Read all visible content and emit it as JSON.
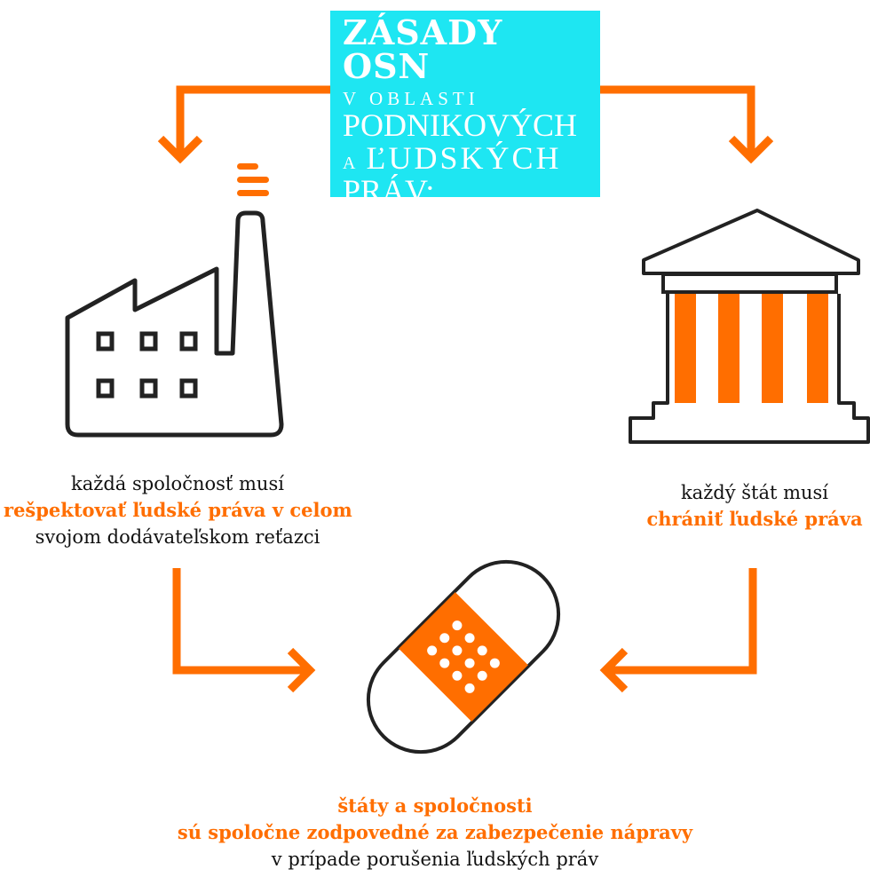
{
  "title": {
    "line1": "ZÁSADY OSN",
    "line2": "V OBLASTI",
    "line3": "PODNIKOVÝCH",
    "line4_prefix": "A",
    "line4": "ĽUDSKÝCH",
    "line5": "PRÁV:"
  },
  "company": {
    "line1": "každá spoločnosť musí",
    "highlight": "rešpektovať ľudské práva v celom",
    "line3": "svojom dodávateľskom reťazci"
  },
  "state": {
    "line1": "každý štát musí",
    "highlight": "chrániť ľudské práva"
  },
  "remedy": {
    "highlight1": "štáty a spoločnosti",
    "highlight2": "sú spoločne zodpovedné za zabezpečenie nápravy",
    "line3": "v prípade porušenia ľudských práv"
  },
  "colors": {
    "accent": "#ff6e00",
    "title_bg": "#1ee6f2",
    "outline": "#222222"
  },
  "icons": [
    "factory-icon",
    "government-building-icon",
    "bandage-icon"
  ]
}
